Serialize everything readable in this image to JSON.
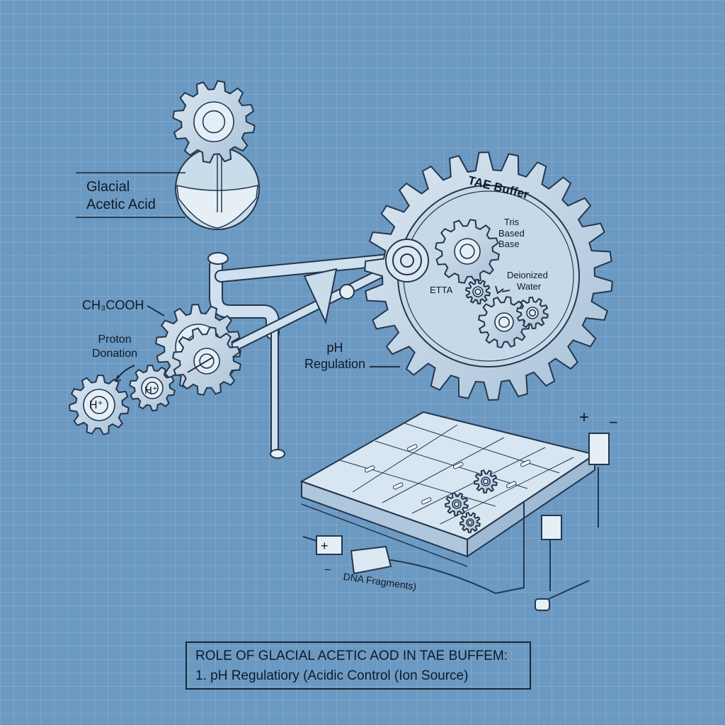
{
  "labels": {
    "acetic_acid_line1": "Glacial",
    "acetic_acid_line2": "Acetic Acid",
    "formula": "CH₃COOH",
    "proton_line1": "Proton",
    "proton_line2": "Donation",
    "h_ion_1": "H⁺",
    "h_ion_2": "H⁺",
    "ph_line1": "pH",
    "ph_line2": "Regulation",
    "tae_buffer": "TAE Buffer",
    "tris_line1": "Tris",
    "tris_line2": "Based",
    "tris_line3": "Base",
    "edta": "ETTA",
    "water_line1": "Deionized",
    "water_line2": "Water",
    "dna": "DNA Fragments)",
    "plus_top": "+",
    "minus_top": "−",
    "plus_box": "+",
    "minus_bottom": "−"
  },
  "caption": {
    "line1": "ROLE OF GLACIAL ACETIC AOD IN TAE BUFFEM:",
    "line2": "1. pH Regulatiory (Acidic Control (Ion Source)"
  },
  "colors": {
    "background": "#6b99c1",
    "gear_fill": "#c3d6e6",
    "line": "#24364f",
    "text": "#0f1a2a"
  }
}
